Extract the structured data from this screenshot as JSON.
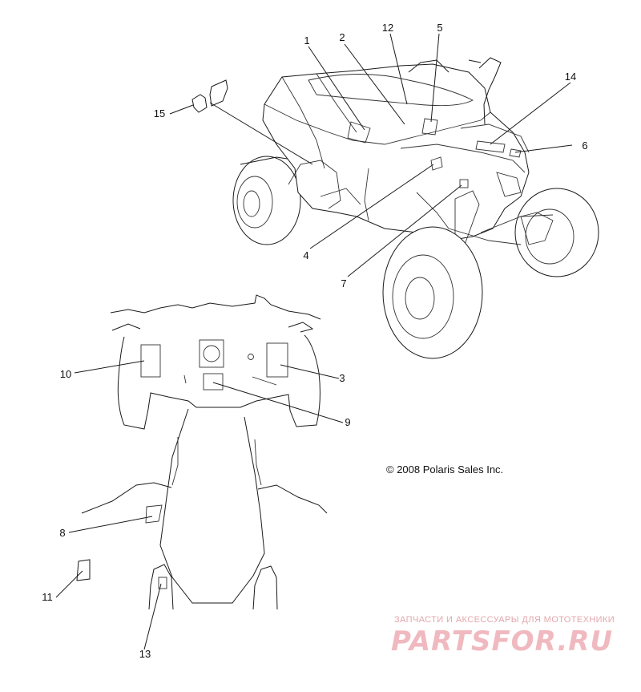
{
  "diagram": {
    "copyright": "© 2008 Polaris Sales Inc.",
    "watermark": {
      "tagline": "ЗАПЧАСТИ И АКСЕССУАРЫ ДЛЯ МОТОТЕХНИКИ",
      "brand": "PARTSFOR.RU"
    },
    "callouts": [
      "1",
      "2",
      "12",
      "5",
      "14",
      "15",
      "6",
      "4",
      "7",
      "10",
      "3",
      "9",
      "8",
      "11",
      "13"
    ]
  }
}
